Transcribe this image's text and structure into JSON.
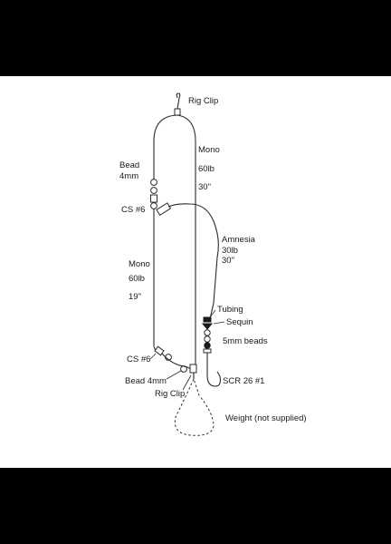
{
  "labels": {
    "rig_clip_top": "Rig Clip",
    "mono_right": "Mono",
    "mono_right_weight": "60lb",
    "mono_right_length": "30\"",
    "bead_top": "Bead",
    "bead_top_size": "4mm",
    "cs_top": "CS #6",
    "amnesia": "Amnesia",
    "amnesia_weight": "30lb",
    "amnesia_length": "30\"",
    "mono_left": "Mono",
    "mono_left_weight": "60lb",
    "mono_left_length": "19\"",
    "tubing": "Tubing",
    "sequin": "Sequin",
    "beads_5mm": "5mm beads",
    "cs_bottom": "CS #6",
    "bead_bottom": "Bead 4mm",
    "scr": "SCR 26 #1",
    "rig_clip_bottom": "Rig Clip",
    "weight": "Weight (not supplied)"
  },
  "colors": {
    "background": "#ffffff",
    "letterbox": "#000000",
    "line": "#2b2b2b",
    "text": "#1a1a1a"
  }
}
